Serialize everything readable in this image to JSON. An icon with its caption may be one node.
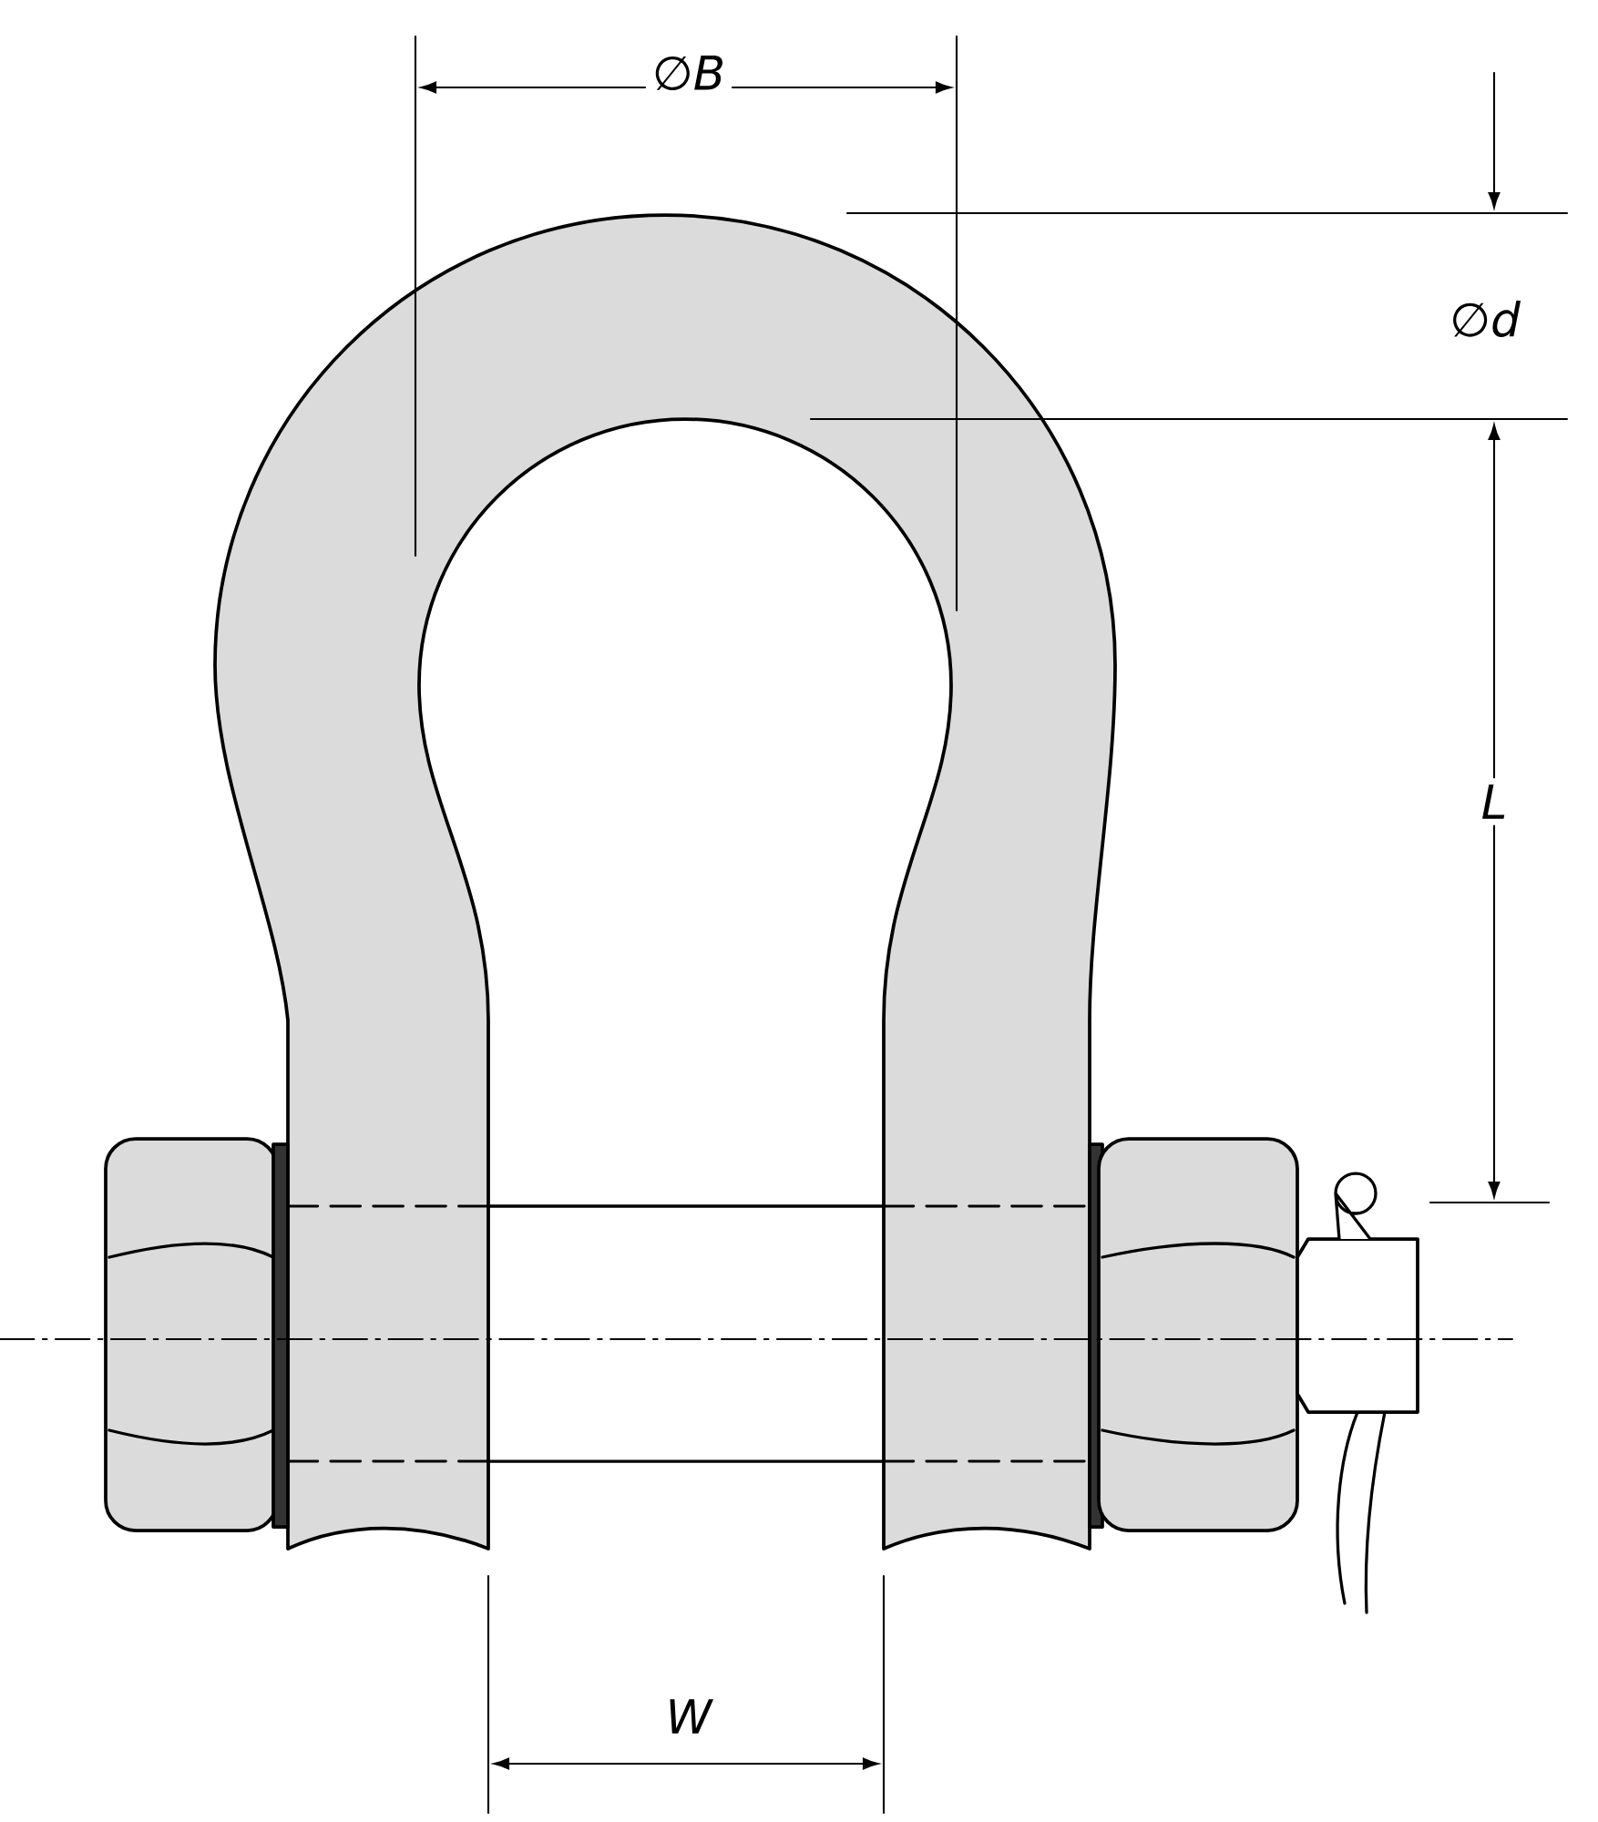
{
  "diagram": {
    "labels": [
      "∅B",
      "∅d",
      "L",
      "W"
    ]
  }
}
